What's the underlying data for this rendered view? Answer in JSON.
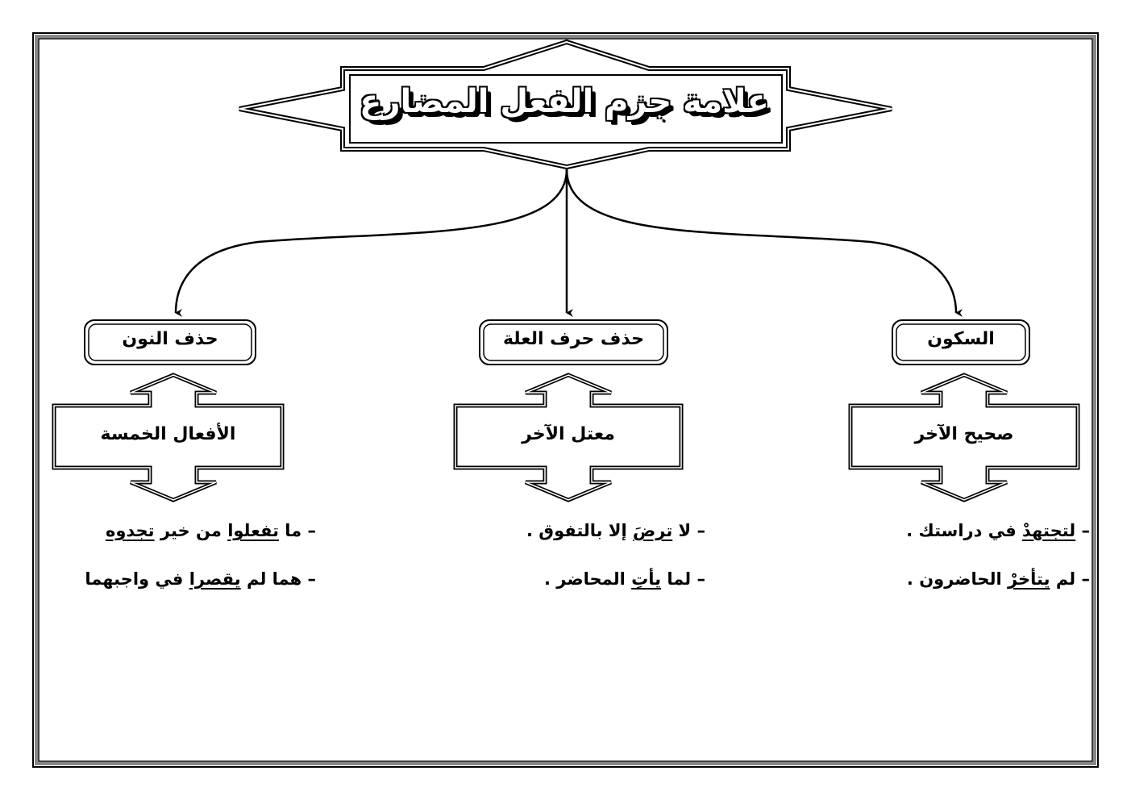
{
  "title": "علامة جزم الفعل المضارع",
  "branches": [
    {
      "mark": "السكون",
      "type": "صحيح الآخر",
      "examples": [
        [
          {
            "t": "– "
          },
          {
            "t": "لتجتهدْ",
            "u": true
          },
          {
            "t": " في دراستك ."
          }
        ],
        [
          {
            "t": "– لم "
          },
          {
            "t": "يتأخرْ",
            "u": true
          },
          {
            "t": " الحاضرون ."
          }
        ]
      ]
    },
    {
      "mark": "حذف حرف العلة",
      "type": "معتل الآخر",
      "examples": [
        [
          {
            "t": "– لا "
          },
          {
            "t": "ترضَ",
            "u": true
          },
          {
            "t": " إلا بالتفوق ."
          }
        ],
        [
          {
            "t": "– لما "
          },
          {
            "t": "يأتِ",
            "u": true
          },
          {
            "t": " المحاضر ."
          }
        ]
      ]
    },
    {
      "mark": "حذف النون",
      "type": "الأفعال الخمسة",
      "examples": [
        [
          {
            "t": "– ما "
          },
          {
            "t": "تفعلوا",
            "u": true
          },
          {
            "t": " من خير "
          },
          {
            "t": "تجدوه",
            "u": true
          }
        ],
        [
          {
            "t": "– هما لم "
          },
          {
            "t": "يقصرا",
            "u": true
          },
          {
            "t": " في واجبهما"
          }
        ]
      ]
    }
  ]
}
